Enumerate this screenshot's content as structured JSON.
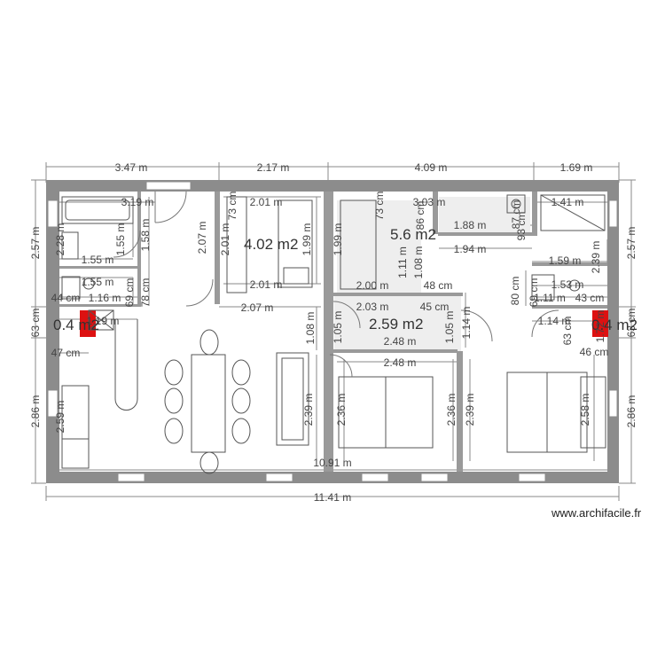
{
  "plan": {
    "watermark": "www.archifacile.fr",
    "colors": {
      "wall": "#8c8c8c",
      "dimension": "#888888",
      "chimney": "#dd1111",
      "shade": "#eeeeee"
    },
    "top_dimensions": [
      "3.47 m",
      "2.17 m",
      "4.09 m",
      "1.69 m"
    ],
    "bottom_dimension": "11.41 m",
    "inner_width": "10.91 m",
    "left_dimensions": [
      "2.57 m",
      "63 cm",
      "2.86 m"
    ],
    "right_dimensions": [
      "2.57 m",
      "63 cm",
      "2.86 m"
    ],
    "areas": [
      "4.02 m2",
      "5.6 m2",
      "2.59 m2",
      "0.4 m2",
      "0.4 m2"
    ],
    "interior_labels": [
      "3.19 m",
      "1.55 m",
      "1.58 m",
      "2.28 m",
      "1.55 m",
      "1.55 m",
      "1.16 m",
      "69 cm",
      "78 cm",
      "44 cm",
      "1.19 m",
      "47 cm",
      "2.59 m",
      "2.07 m",
      "2.01 m",
      "73 cm",
      "2.01 m",
      "2.01 m",
      "1.99 m",
      "2.07 m",
      "1.08 m",
      "2.39 m",
      "73 cm",
      "3.03 m",
      "86 cm",
      "1.99 m",
      "1.11 m",
      "1.08 m",
      "2.00 m",
      "48 cm",
      "2.03 m",
      "45 cm",
      "1.05 m",
      "1.05 m",
      "1.14 m",
      "2.48 m",
      "2.48 m",
      "2.36 m",
      "2.36 m",
      "2.39 m",
      "1.41 m",
      "87 cm",
      "93 cm",
      "1.88 m",
      "1.94 m",
      "1.59 m",
      "2.39 m",
      "80 cm",
      "1.53 m",
      "69 cm",
      "1.11 m",
      "43 cm",
      "1.14 m",
      "46 cm",
      "63 cm",
      "2.58 m",
      "1.72 m"
    ]
  }
}
